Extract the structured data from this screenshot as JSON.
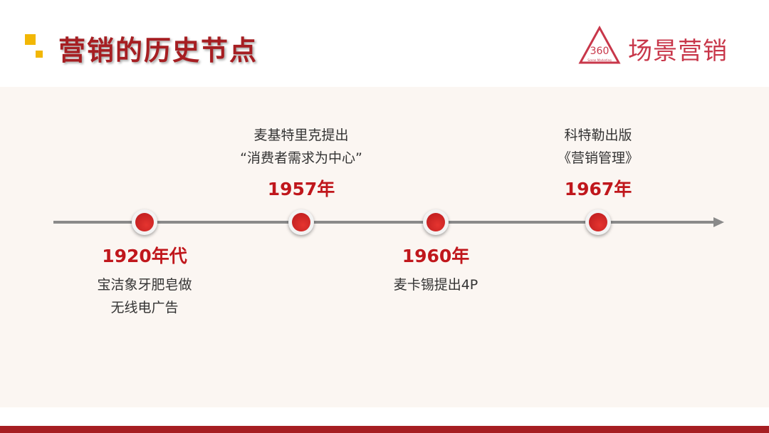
{
  "header": {
    "title": "营销的历史节点",
    "logo_text": "场景营销",
    "logo_sub": "Scene Marketing",
    "logo_mark": "360"
  },
  "timeline": [
    {
      "year": "1920年代",
      "desc": [
        "宝洁象牙肥皂做",
        "无线电广告"
      ]
    },
    {
      "year": "1957年",
      "desc": [
        "麦基特里克提出",
        "“消费者需求为中心”"
      ]
    },
    {
      "year": "1960年",
      "desc": [
        "麦卡锡提出4P"
      ]
    },
    {
      "year": "1967年",
      "desc": [
        "科特勒出版",
        "《营销管理》"
      ]
    }
  ],
  "colors": {
    "accent": "#a61e22",
    "year": "#c0171c",
    "marker": "#f2b705"
  }
}
